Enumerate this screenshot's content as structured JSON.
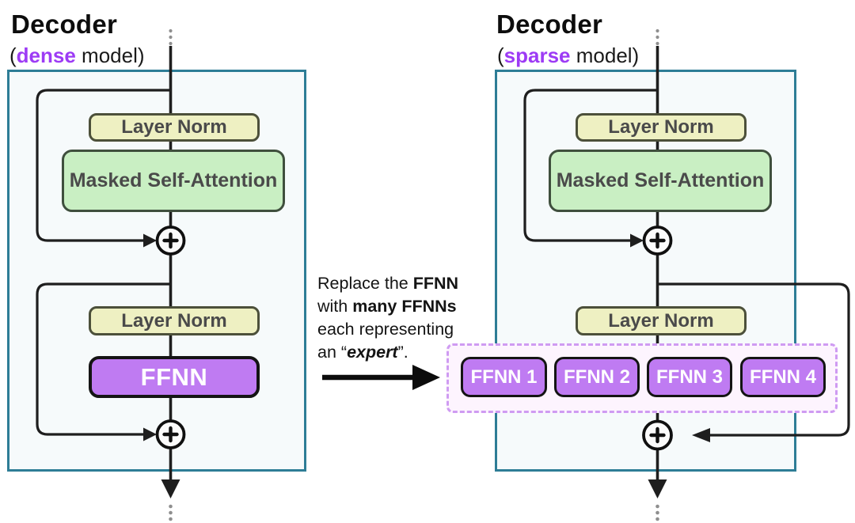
{
  "colors": {
    "accent_purple": "#9d3bf5",
    "frame_teal": "#2e7d96",
    "node_yellow": "#eef0c2",
    "node_green": "#c9efc3",
    "node_purple": "#bf7bf2",
    "expert_dashed": "#cf9bf2"
  },
  "left_panel": {
    "title": "Decoder",
    "subtitle_open": "(",
    "subtitle_accent": "dense",
    "subtitle_rest": " model)",
    "layer_norm_top": "Layer Norm",
    "attention": "Masked Self-Attention",
    "layer_norm_bottom": "Layer Norm",
    "ffnn": "FFNN"
  },
  "right_panel": {
    "title": "Decoder",
    "subtitle_open": "(",
    "subtitle_accent": "sparse",
    "subtitle_rest": " model)",
    "layer_norm_top": "Layer Norm",
    "attention": "Masked Self-Attention",
    "layer_norm_bottom": "Layer Norm",
    "experts": [
      "FFNN 1",
      "FFNN 2",
      "FFNN 3",
      "FFNN 4"
    ]
  },
  "annotation": {
    "line1_normal": "Replace the ",
    "line1_bold": "FFNN",
    "line2_normal": "with ",
    "line2_bold": "many FFNNs",
    "line3": "each representing",
    "line4_normal": "an “",
    "line4_bold_italic": "expert",
    "line4_end": "”."
  }
}
